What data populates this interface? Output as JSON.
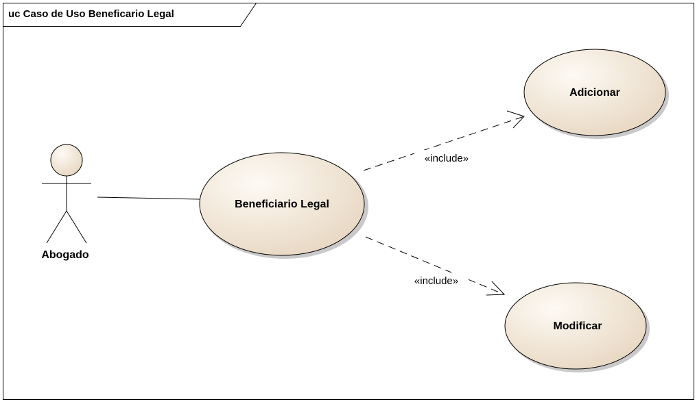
{
  "frame": {
    "title": "uc Caso de Uso Beneficario Legal"
  },
  "actor": {
    "name": "Abogado"
  },
  "use_cases": {
    "main": "Beneficiario Legal",
    "add": "Adicionar",
    "modify": "Modificar"
  },
  "relations": {
    "include_add": "«include»",
    "include_modify": "«include»"
  },
  "colors": {
    "ellipse_fill_light": "#fbf7ef",
    "ellipse_fill_dark": "#eadcc8",
    "shadow": "#c8c8c8",
    "line": "#000000"
  }
}
